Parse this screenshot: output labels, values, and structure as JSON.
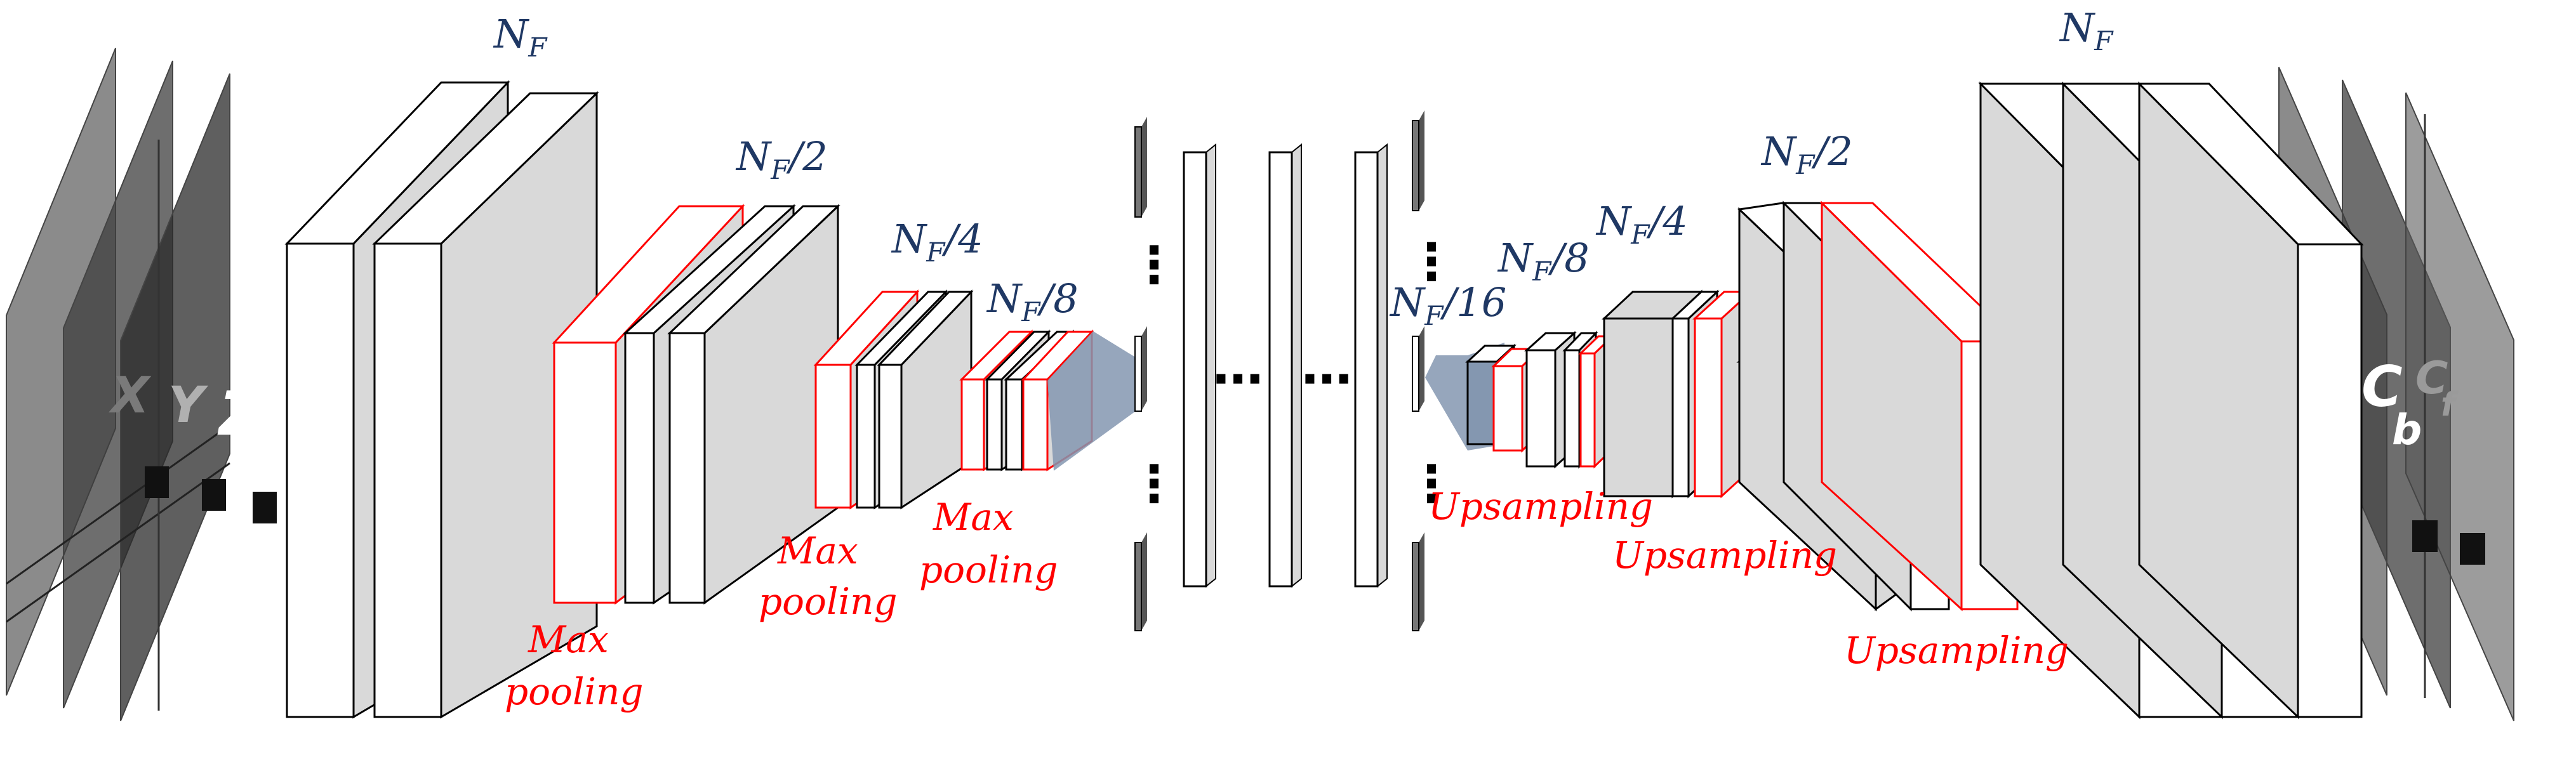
{
  "labels": {
    "nf_left": "N",
    "nf_right": "N",
    "nf_sub": "F",
    "nf2_left_suffix": "/2",
    "nf4_left_suffix": "/4",
    "nf8_left_suffix": "/8",
    "nf16_suffix": "/16",
    "nf8_right_suffix": "/8",
    "nf4_right_suffix": "/4",
    "nf2_right_suffix": "/2",
    "max_pooling_1": [
      "Max",
      "pooling"
    ],
    "max_pooling_2": [
      "Max",
      "pooling"
    ],
    "max_pooling_3": [
      "Max",
      "pooling"
    ],
    "upsampling_1": "Upsampling",
    "upsampling_2": "Upsampling",
    "upsampling_3": "Upsampling",
    "input_channels": [
      "X",
      "Y",
      "Z"
    ],
    "output_channels": [
      "C",
      "b",
      "C",
      "f"
    ],
    "dots": "⋯",
    "vdots": "⋮"
  },
  "colors": {
    "box_side": "#d9d9d9",
    "box_front": "#ffffff",
    "pool_stroke": "#ff0000",
    "label_blue": "#1f3864",
    "label_red": "#ff0000",
    "bridge_fill": "#8497b0",
    "slice_fill": "#555555"
  }
}
